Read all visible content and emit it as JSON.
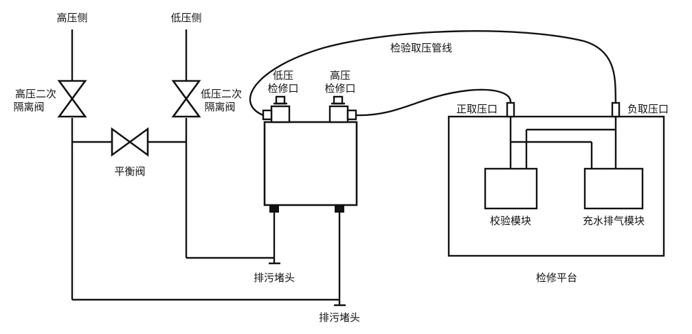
{
  "labels": {
    "high_side": "高压侧",
    "low_side": "低压侧",
    "high_valve": [
      "高压二次",
      "隔离阀"
    ],
    "low_valve": [
      "低压二次",
      "隔离阀"
    ],
    "balance_valve": "平衡阀",
    "low_port": [
      "低压",
      "检修口"
    ],
    "high_port": [
      "高压",
      "检修口"
    ],
    "tube": "检验取压管线",
    "pos_port": "正取压口",
    "neg_port": "负取压口",
    "verify_module": "校验模块",
    "fill_module": "充水排气模块",
    "platform": "检修平台",
    "drain_plug_1": "排污堵头",
    "drain_plug_2": "排污堵头"
  },
  "colors": {
    "line": "#111111",
    "background": "#ffffff"
  }
}
